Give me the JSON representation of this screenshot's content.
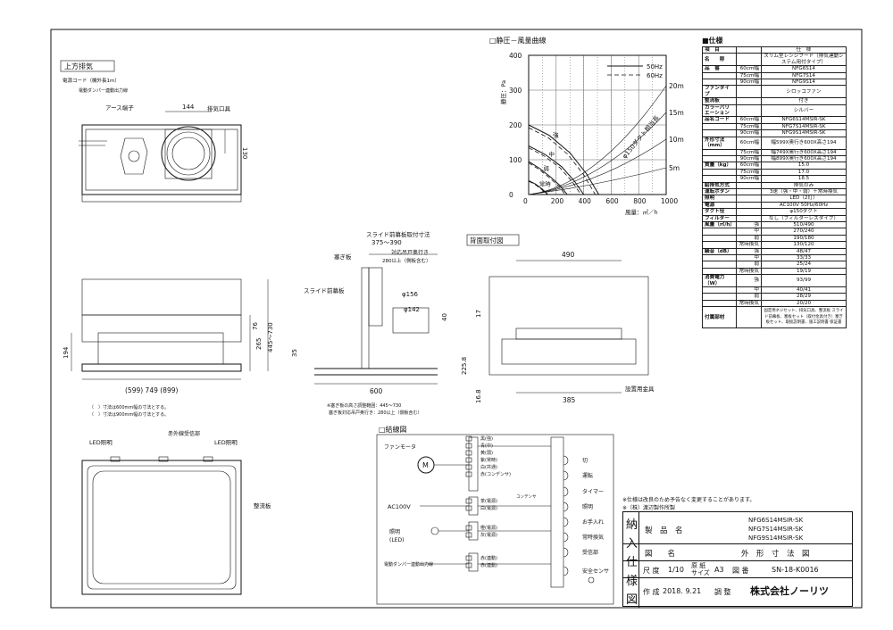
{
  "sections": {
    "top_exhaust": "上方排気",
    "back_mount": "背面取付図",
    "wiring": "□結線図",
    "pressure_curve": "□静圧－風量曲線",
    "spec": "■仕様"
  },
  "labels": {
    "power_cord": "電源コード（機外長1m）",
    "damper_output": "電動ダンパー連動出力線",
    "earth_terminal": "アース端子",
    "exhaust_port": "排気口具",
    "slide_panel": "スライド前幕板",
    "cover_plate": "塞ぎ板",
    "slide_title": "スライド前幕板取付寸法",
    "slide_range": "375～390",
    "duct_depth": "対応吊戸奥行き",
    "duct_depth_note": "280以上（側板含む）",
    "led_light_left": "LED照明",
    "led_light_right": "LED照明",
    "ir_receiver": "赤外線受信部",
    "filter_plate": "整流板",
    "mount_bracket": "設置用金具",
    "note_height": "※塞ぎ板の高さ調整範囲：445～730",
    "note_depth": "塞ぎ板対応吊戸奥行き：280以上（側板含む）",
    "width_note1": "（　）寸法は600mm幅の寸法とする。",
    "width_note2": "（　）寸法は900mm幅の寸法とする。"
  },
  "dimensions": {
    "d144": "144",
    "d130": "130",
    "d156": "φ156",
    "d142": "φ142",
    "d40": "40",
    "d35": "35",
    "d600": "600",
    "d76": "76",
    "d265": "265",
    "d445_730": "445～730",
    "d194": "194",
    "widths": "(599) 749 (899)",
    "d490": "490",
    "d17": "17",
    "d225": "225.8",
    "d168": "16.8",
    "d385": "385"
  },
  "chart_data": {
    "type": "line",
    "title": "□静圧－風量曲線",
    "xlabel": "風量：㎥／h",
    "ylabel": "静圧：Pa",
    "xlim": [
      0,
      1000
    ],
    "ylim": [
      0,
      400
    ],
    "xticks": [
      "0",
      "200",
      "400",
      "600",
      "800",
      "1000"
    ],
    "yticks": [
      "0",
      "100",
      "200",
      "300",
      "400"
    ],
    "legend": [
      "50Hz",
      "60Hz"
    ],
    "series": [
      {
        "name": "強",
        "x": [
          0,
          150,
          300,
          420,
          510
        ],
        "y": [
          200,
          170,
          120,
          60,
          0
        ]
      },
      {
        "name": "中",
        "x": [
          0,
          120,
          240,
          330,
          400
        ],
        "y": [
          140,
          115,
          80,
          40,
          0
        ]
      },
      {
        "name": "弱",
        "x": [
          0,
          80,
          160,
          230,
          280
        ],
        "y": [
          95,
          75,
          50,
          25,
          0
        ]
      },
      {
        "name": "常時",
        "x": [
          0,
          50,
          100,
          140
        ],
        "y": [
          40,
          30,
          15,
          0
        ]
      }
    ],
    "annotations": [
      "20m",
      "15m",
      "10m",
      "5m",
      "φ150ダクト相当長"
    ]
  },
  "spec": {
    "title": "■仕様",
    "rows": [
      [
        "項　目",
        "",
        "仕　様"
      ],
      [
        "名　　称",
        "",
        "スリム型レンジフード（排気連動システム用付タイプ）"
      ],
      [
        "品　番",
        "60cm幅",
        "NFG6S14"
      ],
      [
        "",
        "75cm幅",
        "NFG7S14"
      ],
      [
        "",
        "90cm幅",
        "NFG9S14"
      ],
      [
        "ファンタイプ",
        "",
        "シロッコファン"
      ],
      [
        "整流板",
        "",
        "付き"
      ],
      [
        "カラーバリエーション",
        "",
        "シルバー"
      ],
      [
        "品名コード",
        "60cm幅",
        "NFG6S14MSIR-SK"
      ],
      [
        "",
        "75cm幅",
        "NFG7S14MSIR-SK"
      ],
      [
        "",
        "90cm幅",
        "NFG9S14MSIR-SK"
      ],
      [
        "外形寸法（mm）",
        "60cm幅",
        "幅599X奥行き600X高さ194"
      ],
      [
        "",
        "75cm幅",
        "幅749X奥行き600X高さ194"
      ],
      [
        "",
        "90cm幅",
        "幅899X奥行き600X高さ194"
      ],
      [
        "質量（kg）",
        "60cm幅",
        "15.0"
      ],
      [
        "",
        "75cm幅",
        "17.0"
      ],
      [
        "",
        "90cm幅",
        "18.5"
      ],
      [
        "給排気方式",
        "",
        "排気のみ"
      ],
      [
        "運転ボタン",
        "",
        "3速（強・中・弱）＋常時換気"
      ],
      [
        "照明",
        "",
        "LED（2灯）"
      ],
      [
        "電源",
        "",
        "AC100V 50Hz/60Hz"
      ],
      [
        "ダクト径",
        "",
        "φ150ダクト"
      ],
      [
        "フィルター",
        "",
        "なし（フィルターレスタイプ）"
      ],
      [
        "風量（㎥/h）",
        "強",
        "510/490"
      ],
      [
        "",
        "中",
        "270/240"
      ],
      [
        "",
        "弱",
        "190/180"
      ],
      [
        "",
        "常時換気",
        "130/120"
      ],
      [
        "騒音（dB）",
        "強",
        "48/47"
      ],
      [
        "",
        "中",
        "33/33"
      ],
      [
        "",
        "弱",
        "25/24"
      ],
      [
        "",
        "常時換気",
        "19/19"
      ],
      [
        "消費電力（W）",
        "強",
        "93/99"
      ],
      [
        "",
        "中",
        "40/41"
      ],
      [
        "",
        "弱",
        "28/29"
      ],
      [
        "",
        "常時換気",
        "20/20"
      ],
      [
        "付属部材",
        "",
        "固定用ネジセット、排気口具、整流板 スライド前幕板、塞板セット（取付金具付き）塞ぎ板セット、取扱説明書、施工説明書 保証書"
      ]
    ]
  },
  "wiring": {
    "fan_motor": "ファンモータ",
    "m": "M",
    "ac100v": "AC100V",
    "lighting": "照明\n(LED)",
    "damper": "電動ダンパー連動出力線",
    "wires": [
      "黒(強)",
      "青(中)",
      "黄(弱)",
      "紫(常時)",
      "白(共通)",
      "赤(コンデンサ)",
      "茶(電源)",
      "白(電源)",
      "橙(電源)",
      "灰(電源)",
      "赤(連動)",
      "赤(連動)"
    ],
    "switches": [
      "切",
      "運転",
      "タイマー",
      "照明",
      "お手入れ",
      "常時換気",
      "受信部",
      "安全センサ"
    ],
    "capacitor": "コンデンサ"
  },
  "footer": {
    "note1": "※仕様は改良のため予告なく変更することがあります。",
    "note2": "※（株）渡辺製作所製",
    "model1": "NFG6S14MSIR-SK",
    "model2": "NFG7S14MSIR-SK",
    "model3": "NFG9S14MSIR-SK",
    "label_product": "製　品　名",
    "label_drawing": "図　　名",
    "drawing_name": "外　形　寸　法　図",
    "label_scale": "尺 度",
    "scale": "1/10",
    "label_paper": "原 紙\nサイズ",
    "paper": "A3",
    "label_no": "図 番",
    "drawing_no": "SN-18-K0016",
    "label_date": "作 成",
    "date": "2018. 9.21",
    "label_check": "調 整",
    "company": "株式会社ノーリツ",
    "side": [
      "納",
      "入",
      "仕",
      "様",
      "図"
    ]
  }
}
